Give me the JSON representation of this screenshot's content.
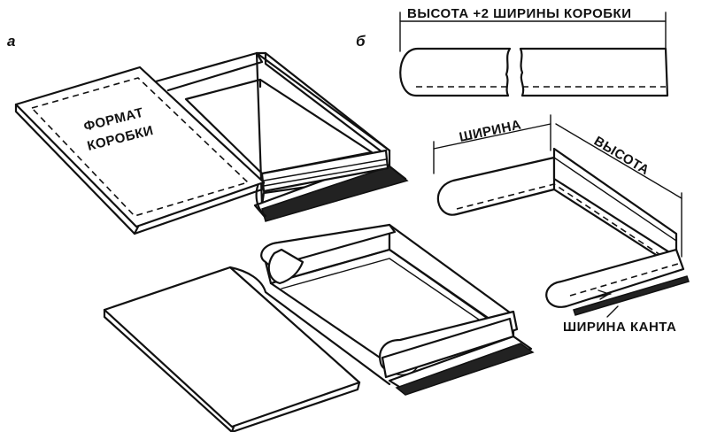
{
  "panels": {
    "a": "а",
    "b": "б"
  },
  "labels": {
    "box_format_line1": "ФОРМАТ",
    "box_format_line2": "КОРОБКИ",
    "strip_length": "ВЫСОТА +2 ШИРИНЫ КОРОБКИ",
    "width": "ШИРИНА",
    "height": "ВЫСОТА",
    "edge_width": "ШИРИНА КАНТА"
  }
}
